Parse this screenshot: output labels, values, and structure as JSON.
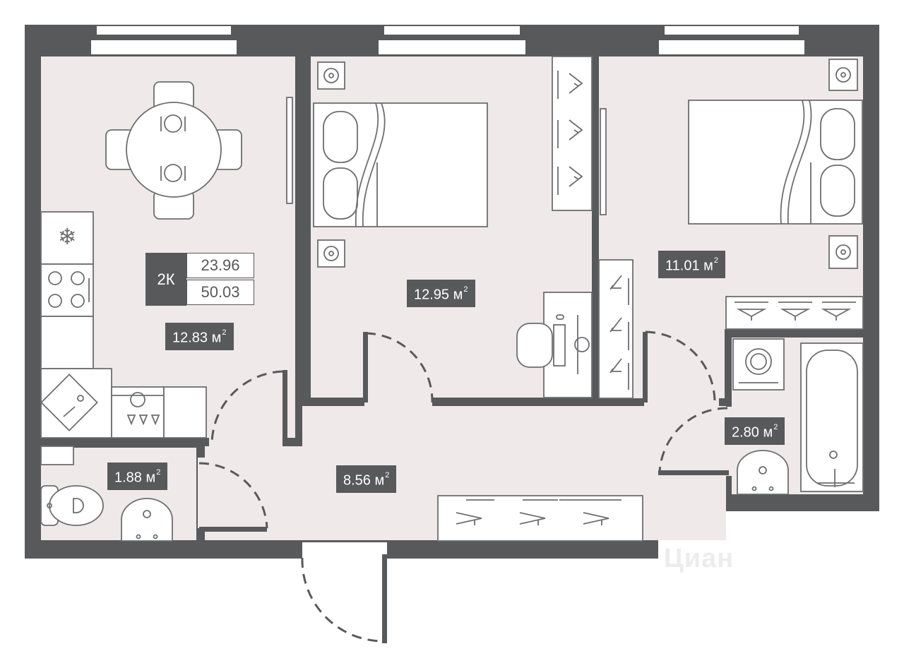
{
  "apartment": {
    "rooms_label": "2К",
    "living_area": "23.96",
    "total_area": "50.03"
  },
  "rooms": {
    "kitchen": {
      "area": "12.83",
      "unit": "м",
      "exp": "2"
    },
    "bedroom_1": {
      "area": "12.95",
      "unit": "м",
      "exp": "2"
    },
    "bedroom_2": {
      "area": "11.01",
      "unit": "м",
      "exp": "2"
    },
    "hallway": {
      "area": "8.56",
      "unit": "м",
      "exp": "2"
    },
    "wc": {
      "area": "1.88",
      "unit": "м",
      "exp": "2"
    },
    "bathroom": {
      "area": "2.80",
      "unit": "м",
      "exp": "2"
    }
  },
  "watermark": "Циан",
  "colors": {
    "wall": "#58595b",
    "floor": "#efe9ea",
    "label_bg": "#58595b",
    "label_text": "#ffffff"
  },
  "icons": [
    "snowflake-icon",
    "hanger-icon",
    "outlet-icon"
  ]
}
